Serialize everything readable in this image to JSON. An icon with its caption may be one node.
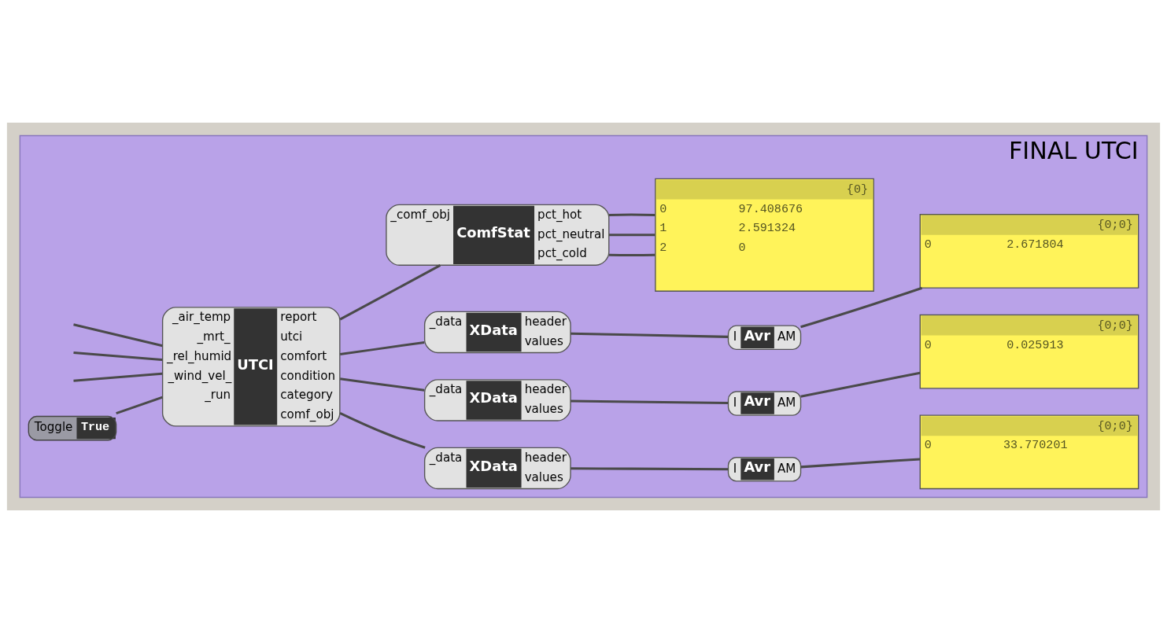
{
  "diagram": {
    "nodes": [
      {
        "text": [
          "FINAL UTCI"
        ]
      },
      {
        "text": [
          "Toggle",
          "True"
        ],
        "in": 0
      },
      {
        "text": [
          "_air_temp",
          "_mrt_",
          "_rel_humid",
          "_wind_vel_",
          "_run",
          "UTCI",
          "report",
          "utci",
          "comfort",
          "condition",
          "category",
          "comf_obj"
        ],
        "in": 0
      },
      {
        "text": [
          "_data",
          "XData",
          "header",
          "values"
        ],
        "in": 0
      },
      {
        "text": [
          "I",
          "Avr",
          "AM"
        ],
        "in": 0
      },
      {
        "text": [
          "{0;0}",
          "0",
          "33.770201"
        ],
        "in": 0
      },
      {
        "text": [
          "_data",
          "XData",
          "header",
          "values"
        ],
        "in": 0
      },
      {
        "text": [
          "I",
          "Avr",
          "AM"
        ],
        "in": 0
      },
      {
        "text": [
          "{0;0}",
          "0",
          "0.025913"
        ],
        "in": 0
      },
      {
        "text": [
          "_data",
          "XData",
          "header",
          "values"
        ],
        "in": 0
      },
      {
        "text": [
          "I",
          "Avr",
          "AM"
        ],
        "in": 0
      },
      {
        "text": [
          "{0;0}",
          "0",
          "2.671804"
        ],
        "in": 0
      },
      {
        "text": [
          "_comf_obj",
          "ComfStat",
          "pct_hot",
          "pct_neutral",
          "pct_cold"
        ],
        "in": 0
      },
      {
        "text": [
          "{0}",
          "0",
          "97.408676",
          "1",
          "2.591324",
          "2",
          "0"
        ],
        "in": 0
      }
    ],
    "edges": [
      {
        "from": null,
        "to": 2,
        "arrow": "none"
      },
      {
        "from": null,
        "to": 2,
        "arrow": "none"
      },
      {
        "from": null,
        "to": 2,
        "arrow": "none"
      },
      {
        "from": 1,
        "to": 2,
        "arrow": "none"
      },
      {
        "from": 2,
        "to": 3,
        "arrow": "none"
      },
      {
        "from": 2,
        "to": 6,
        "arrow": "none"
      },
      {
        "from": 2,
        "to": 9,
        "arrow": "none"
      },
      {
        "from": 2,
        "to": 12,
        "arrow": "none"
      },
      {
        "from": 3,
        "to": 4,
        "arrow": "none"
      },
      {
        "from": 4,
        "to": 5,
        "arrow": "none"
      },
      {
        "from": 6,
        "to": 7,
        "arrow": "none"
      },
      {
        "from": 7,
        "to": 8,
        "arrow": "none"
      },
      {
        "from": 9,
        "to": 10,
        "arrow": "none"
      },
      {
        "from": 10,
        "to": 11,
        "arrow": "none"
      },
      {
        "from": 12,
        "to": 13,
        "arrow": "none"
      },
      {
        "from": 12,
        "to": 13,
        "arrow": "none"
      },
      {
        "from": 12,
        "to": 13,
        "arrow": "none"
      }
    ]
  }
}
